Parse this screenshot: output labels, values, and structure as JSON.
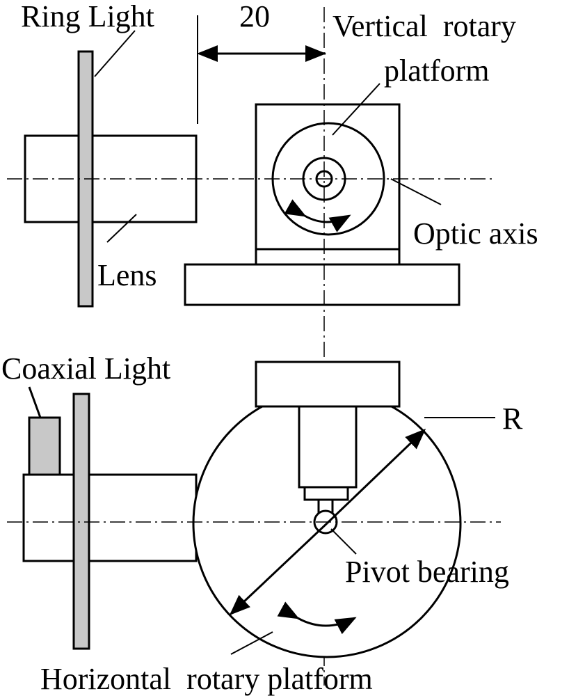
{
  "labels": {
    "ring_light": "Ring Light",
    "dimension": "20",
    "vertical_platform_line1": "Vertical  rotary",
    "vertical_platform_line2": "platform",
    "optic_axis": "Optic axis",
    "lens": "Lens",
    "coaxial_light": "Coaxial Light",
    "radius": "R",
    "pivot_bearing": "Pivot bearing",
    "horizontal_platform": "Horizontal  rotary platform"
  },
  "colors": {
    "line": "#000000",
    "light_fill": "#c8c8c8",
    "background": "#ffffff"
  }
}
